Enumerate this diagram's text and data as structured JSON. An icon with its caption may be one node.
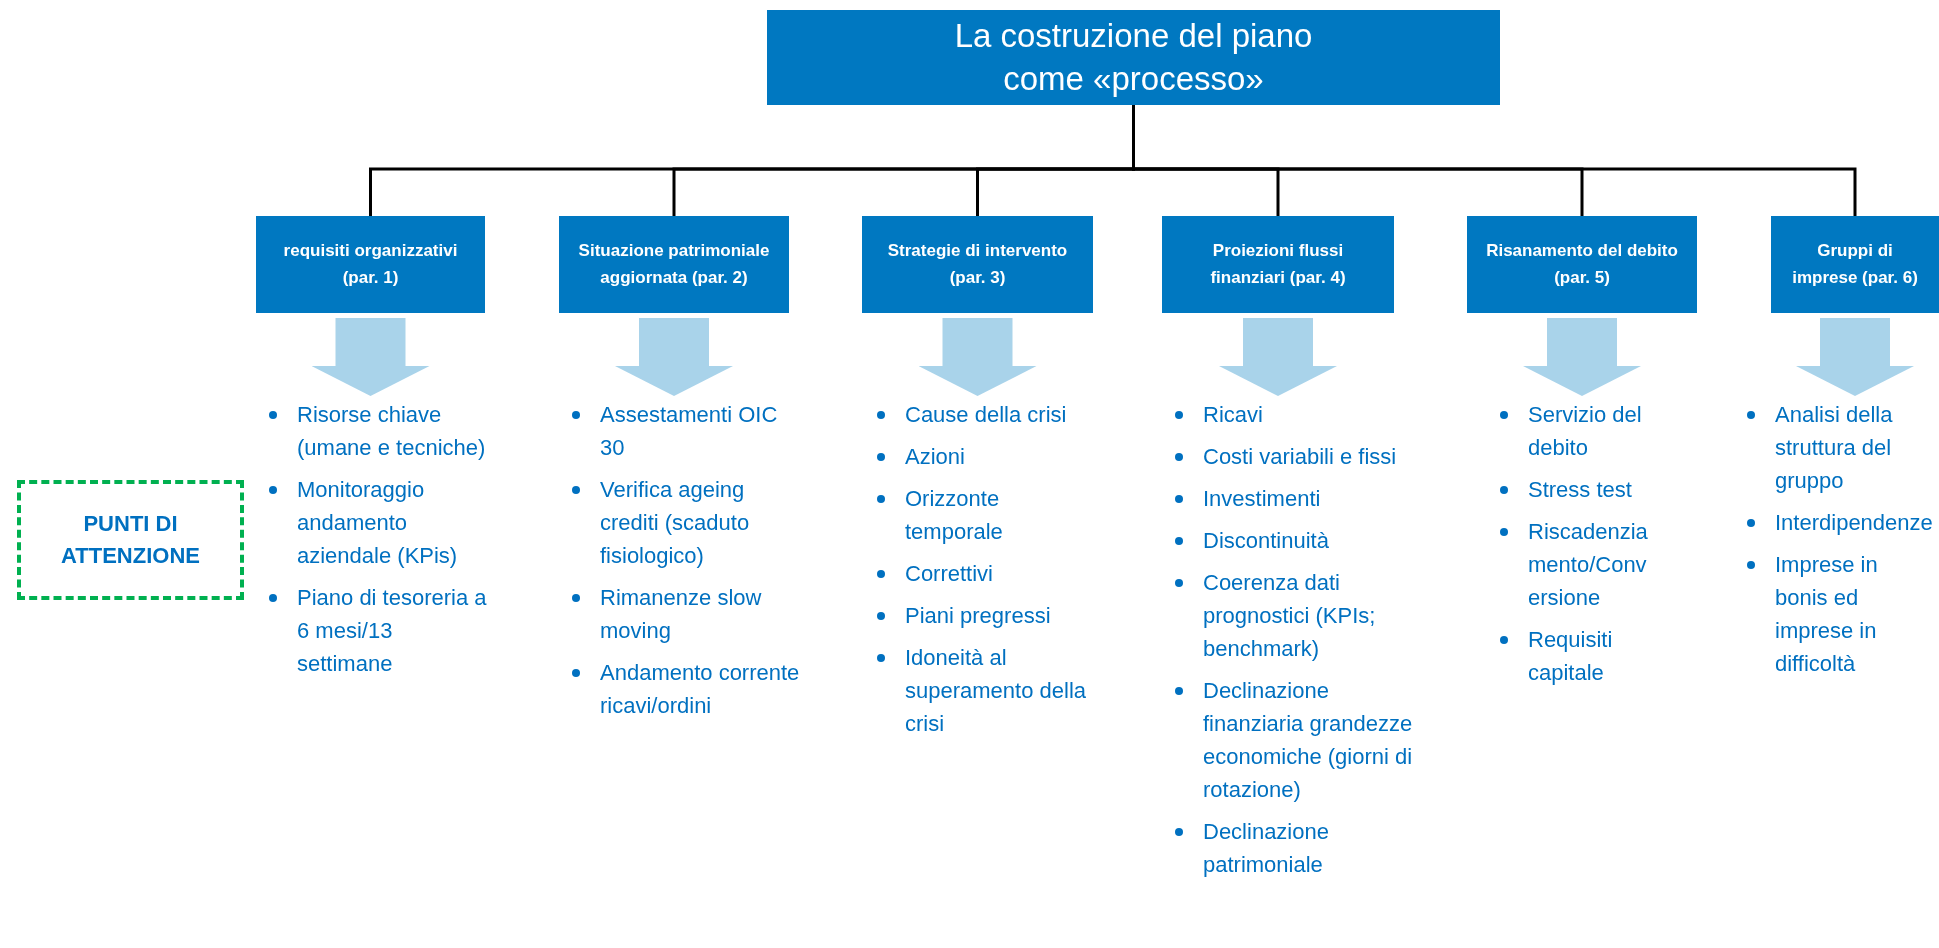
{
  "diagram": {
    "nodes": [
      {
        "text": [
          "La costruzione del piano come «processo»"
        ]
      },
      {
        "text": [
          "requisiti organizzativi (par. 1)"
        ]
      },
      {
        "text": [
          "Situazione patrimoniale aggiornata (par. 2)"
        ]
      },
      {
        "text": [
          "Strategie di intervento (par. 3)"
        ]
      },
      {
        "text": [
          "Proiezioni flussi finanziari (par. 4)"
        ]
      },
      {
        "text": [
          "Risanamento del debito (par. 5)"
        ]
      },
      {
        "text": [
          "Gruppi di imprese (par. 6)"
        ]
      },
      {
        "text": [
          "PUNTI DI ATTENZIONE"
        ]
      },
      {
        "text": [
          "Risorse chiave (umane e tecniche)",
          "Monitoraggio andamento aziendale (KPis)",
          "Piano di tesoreria a 6 mesi/13 settimane"
        ]
      },
      {
        "text": [
          "Assestamenti OIC 30",
          "Verifica ageing crediti (scaduto fisiologico)",
          "Rimanenze slow moving",
          "Andamento corrente ricavi/ordini"
        ]
      },
      {
        "text": [
          "Cause della crisi",
          "Azioni",
          "Orizzonte temporale",
          "Correttivi",
          "Piani pregressi",
          "Idoneità al superamento della crisi"
        ]
      },
      {
        "text": [
          "Ricavi",
          "Costi variabili e fissi",
          "Investimenti",
          "Discontinuità",
          "Coerenza dati prognostici (KPIs; benchmark)",
          "Declinazione finanziaria grandezze economiche (giorni di rotazione)",
          "Declinazione patrimoniale"
        ]
      },
      {
        "text": [
          "Servizio del debito",
          "Stress test",
          "Riscadenziamento/Conversione",
          "Requisiti capitale"
        ]
      },
      {
        "text": [
          "Analisi della struttura del gruppo",
          "Interdipendenze",
          "Imprese in bonis ed imprese in difficoltà"
        ]
      }
    ],
    "edges": [
      {
        "from": 0,
        "to": 1,
        "arrow": "none"
      },
      {
        "from": 0,
        "to": 2,
        "arrow": "none"
      },
      {
        "from": 0,
        "to": 3,
        "arrow": "none"
      },
      {
        "from": 0,
        "to": 4,
        "arrow": "none"
      },
      {
        "from": 0,
        "to": 5,
        "arrow": "none"
      },
      {
        "from": 0,
        "to": 6,
        "arrow": "none"
      },
      {
        "from": 1,
        "to": 8,
        "arrow": "to",
        "style": "thick",
        "color": "#a9d3ea"
      },
      {
        "from": 2,
        "to": 9,
        "arrow": "to",
        "style": "thick",
        "color": "#a9d3ea"
      },
      {
        "from": 3,
        "to": 10,
        "arrow": "to",
        "style": "thick",
        "color": "#a9d3ea"
      },
      {
        "from": 4,
        "to": 11,
        "arrow": "to",
        "style": "thick",
        "color": "#a9d3ea"
      },
      {
        "from": 5,
        "to": 12,
        "arrow": "to",
        "style": "thick",
        "color": "#a9d3ea"
      },
      {
        "from": 6,
        "to": 13,
        "arrow": "to",
        "style": "thick",
        "color": "#a9d3ea"
      }
    ]
  }
}
